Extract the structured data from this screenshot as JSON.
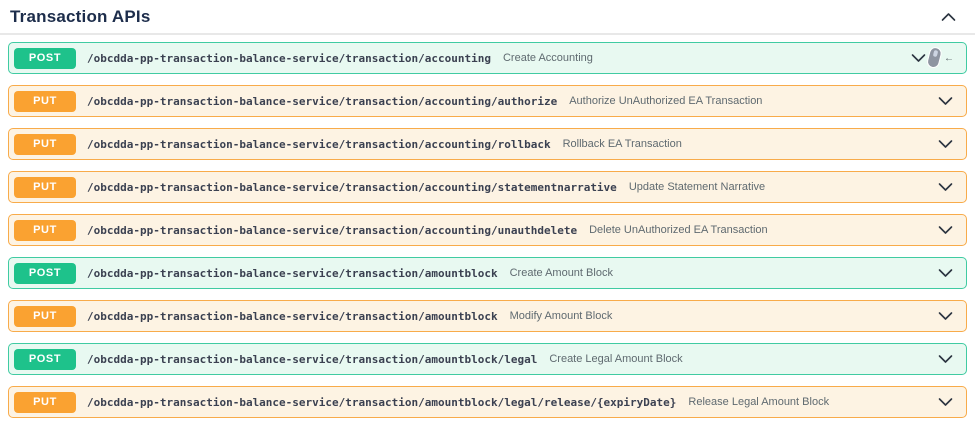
{
  "section": {
    "title": "Transaction APIs",
    "collapse_icon": "chevron-up"
  },
  "colors": {
    "post_badge": "#1ec28b",
    "post_bg": "#e8f9f1",
    "post_border": "#40cba2",
    "put_badge": "#faa231",
    "put_bg": "#fdf3e3",
    "put_border": "#f8ab4a",
    "title_text": "#1d2d4b",
    "path_text": "#3b4151",
    "description_text": "#5f6a70"
  },
  "cursor": {
    "icon": "mouse-cursor",
    "arrow_glyph": "←"
  },
  "operations": [
    {
      "method": "POST",
      "path": "/obcdda-pp-transaction-balance-service/transaction/accounting",
      "description": "Create Accounting",
      "has_cursor": true
    },
    {
      "method": "PUT",
      "path": "/obcdda-pp-transaction-balance-service/transaction/accounting/authorize",
      "description": "Authorize UnAuthorized EA Transaction",
      "has_cursor": false
    },
    {
      "method": "PUT",
      "path": "/obcdda-pp-transaction-balance-service/transaction/accounting/rollback",
      "description": "Rollback EA Transaction",
      "has_cursor": false
    },
    {
      "method": "PUT",
      "path": "/obcdda-pp-transaction-balance-service/transaction/accounting/statementnarrative",
      "description": "Update Statement Narrative",
      "has_cursor": false
    },
    {
      "method": "PUT",
      "path": "/obcdda-pp-transaction-balance-service/transaction/accounting/unauthdelete",
      "description": "Delete UnAuthorized EA Transaction",
      "has_cursor": false
    },
    {
      "method": "POST",
      "path": "/obcdda-pp-transaction-balance-service/transaction/amountblock",
      "description": "Create Amount Block",
      "has_cursor": false
    },
    {
      "method": "PUT",
      "path": "/obcdda-pp-transaction-balance-service/transaction/amountblock",
      "description": "Modify Amount Block",
      "has_cursor": false
    },
    {
      "method": "POST",
      "path": "/obcdda-pp-transaction-balance-service/transaction/amountblock/legal",
      "description": "Create Legal Amount Block",
      "has_cursor": false
    },
    {
      "method": "PUT",
      "path": "/obcdda-pp-transaction-balance-service/transaction/amountblock/legal/release/{expiryDate}",
      "description": "Release Legal Amount Block",
      "has_cursor": false
    }
  ]
}
